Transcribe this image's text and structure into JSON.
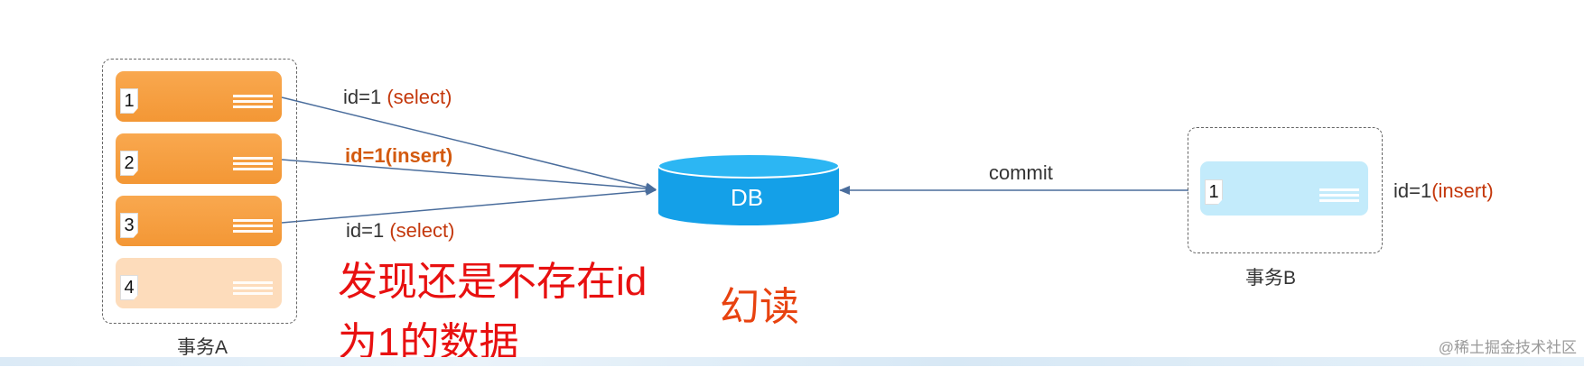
{
  "transaction_a": {
    "caption": "事务A",
    "steps": [
      {
        "num": "1"
      },
      {
        "num": "2"
      },
      {
        "num": "3"
      },
      {
        "num": "4"
      }
    ],
    "arrows": [
      {
        "prefix": "id=1 ",
        "op": "(select)"
      },
      {
        "text": "id=1(insert)"
      },
      {
        "prefix": "id=1 ",
        "op": "(select)"
      }
    ]
  },
  "db": {
    "label": "DB",
    "color": "#1aa3ea"
  },
  "transaction_b": {
    "caption": "事务B",
    "step_num": "1",
    "side_prefix": "id=1",
    "side_op": "(insert)",
    "arrow_label": "commit"
  },
  "note": {
    "line1": "发现还是不存在id",
    "line2": "为1的数据"
  },
  "phenomenon": "幻读",
  "watermark": "@稀土掘金技术社区"
}
